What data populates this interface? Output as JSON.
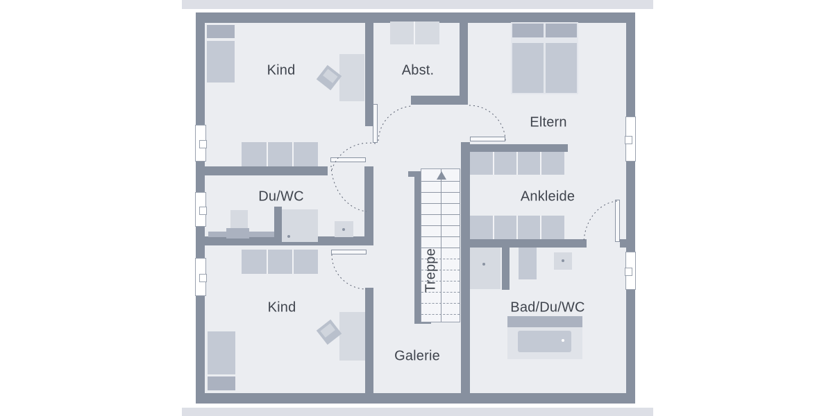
{
  "plan": {
    "type": "floor-plan-upper-storey",
    "rooms": [
      {
        "key": "kind_top",
        "label": "Kind"
      },
      {
        "key": "abst",
        "label": "Abst."
      },
      {
        "key": "eltern",
        "label": "Eltern"
      },
      {
        "key": "du_wc",
        "label": "Du/WC"
      },
      {
        "key": "ankleide",
        "label": "Ankleide"
      },
      {
        "key": "treppe",
        "label": "Treppe"
      },
      {
        "key": "kind_bottom",
        "label": "Kind"
      },
      {
        "key": "galerie",
        "label": "Galerie"
      },
      {
        "key": "bad_du_wc",
        "label": "Bad/Du/WC"
      }
    ],
    "colors": {
      "wall": "#87909f",
      "floor": "#ebedf1",
      "roof_band": "#dddfe6",
      "furniture_light": "#d6dae1",
      "furniture_mid": "#c3c9d4",
      "furniture_dark": "#abb2c0",
      "label_text": "#3f444d"
    }
  }
}
